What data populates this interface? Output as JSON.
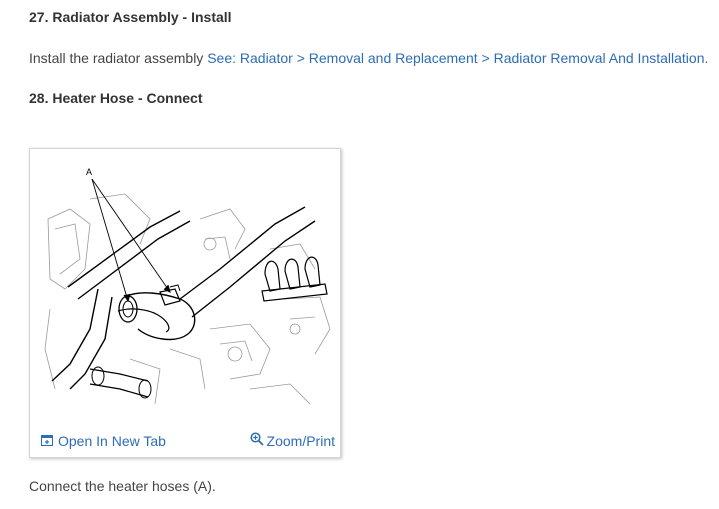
{
  "step27": {
    "heading": "27. Radiator Assembly - Install",
    "text": "Install the radiator assembly ",
    "link": "See: Radiator > Removal and Replacement > Radiator Removal And Installation."
  },
  "step28": {
    "heading": "28. Heater Hose - Connect",
    "figure": {
      "callout": "A",
      "open_tab_label": "Open In New Tab",
      "zoom_label": "Zoom/Print",
      "open_tab_icon": "open-tab-icon",
      "zoom_icon": "magnifier-plus-icon"
    },
    "text": "Connect the heater hoses (A)."
  },
  "colors": {
    "link": "#2d6db5",
    "text": "#333333",
    "border": "#d4d4d4"
  }
}
